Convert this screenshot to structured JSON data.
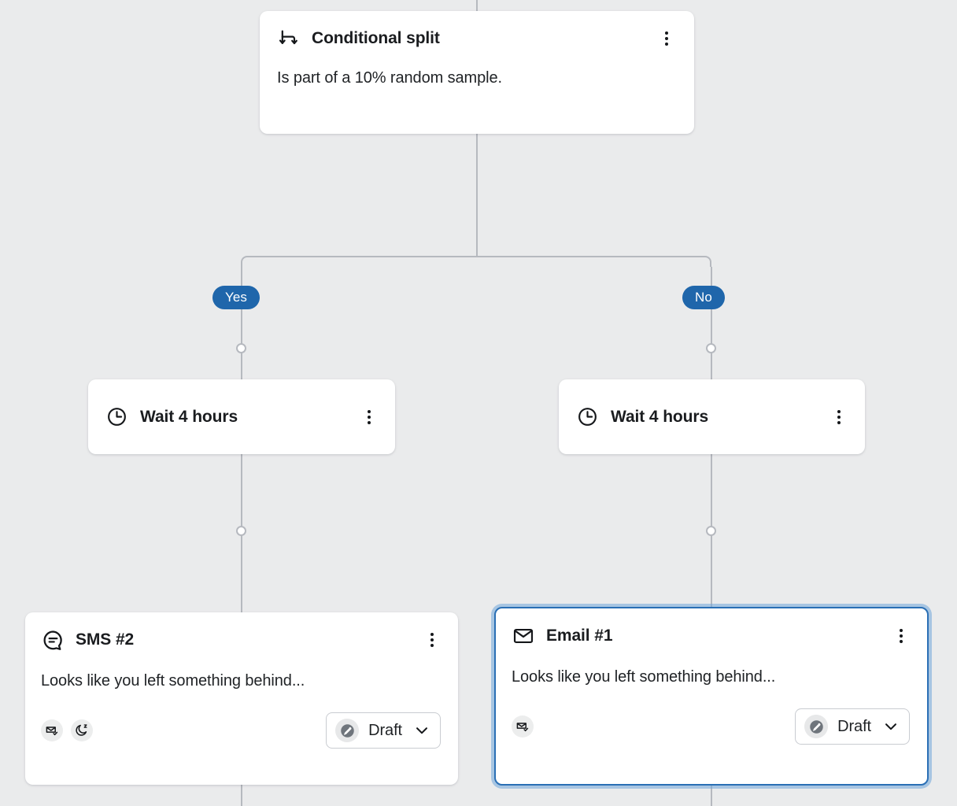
{
  "canvas": {
    "background_color": "#eaebec",
    "line_color": "#b6b9bf",
    "accent_color": "#1f66ab",
    "selection_color": "#2a6fb5"
  },
  "nodes": {
    "conditional_split": {
      "icon": "split-branch-icon",
      "title": "Conditional split",
      "body": "Is part of a 10% random sample.",
      "menu_icon": "kebab-menu-icon"
    },
    "branch_labels": {
      "yes": "Yes",
      "no": "No"
    },
    "wait_yes": {
      "icon": "clock-icon",
      "title": "Wait 4 hours",
      "menu_icon": "kebab-menu-icon"
    },
    "wait_no": {
      "icon": "clock-icon",
      "title": "Wait 4 hours",
      "menu_icon": "kebab-menu-icon"
    },
    "sms_2": {
      "icon": "chat-bubble-icon",
      "title": "SMS #2",
      "body": "Looks like you left something behind...",
      "menu_icon": "kebab-menu-icon",
      "badges": [
        "smart-sending-icon",
        "quiet-hours-icon"
      ],
      "status": {
        "icon": "pencil-icon",
        "label": "Draft",
        "chevron": "chevron-down-icon"
      }
    },
    "email_1": {
      "icon": "envelope-icon",
      "title": "Email #1",
      "body": "Looks like you left something behind...",
      "menu_icon": "kebab-menu-icon",
      "selected": true,
      "badges": [
        "smart-sending-icon"
      ],
      "status": {
        "icon": "pencil-icon",
        "label": "Draft",
        "chevron": "chevron-down-icon"
      }
    }
  }
}
